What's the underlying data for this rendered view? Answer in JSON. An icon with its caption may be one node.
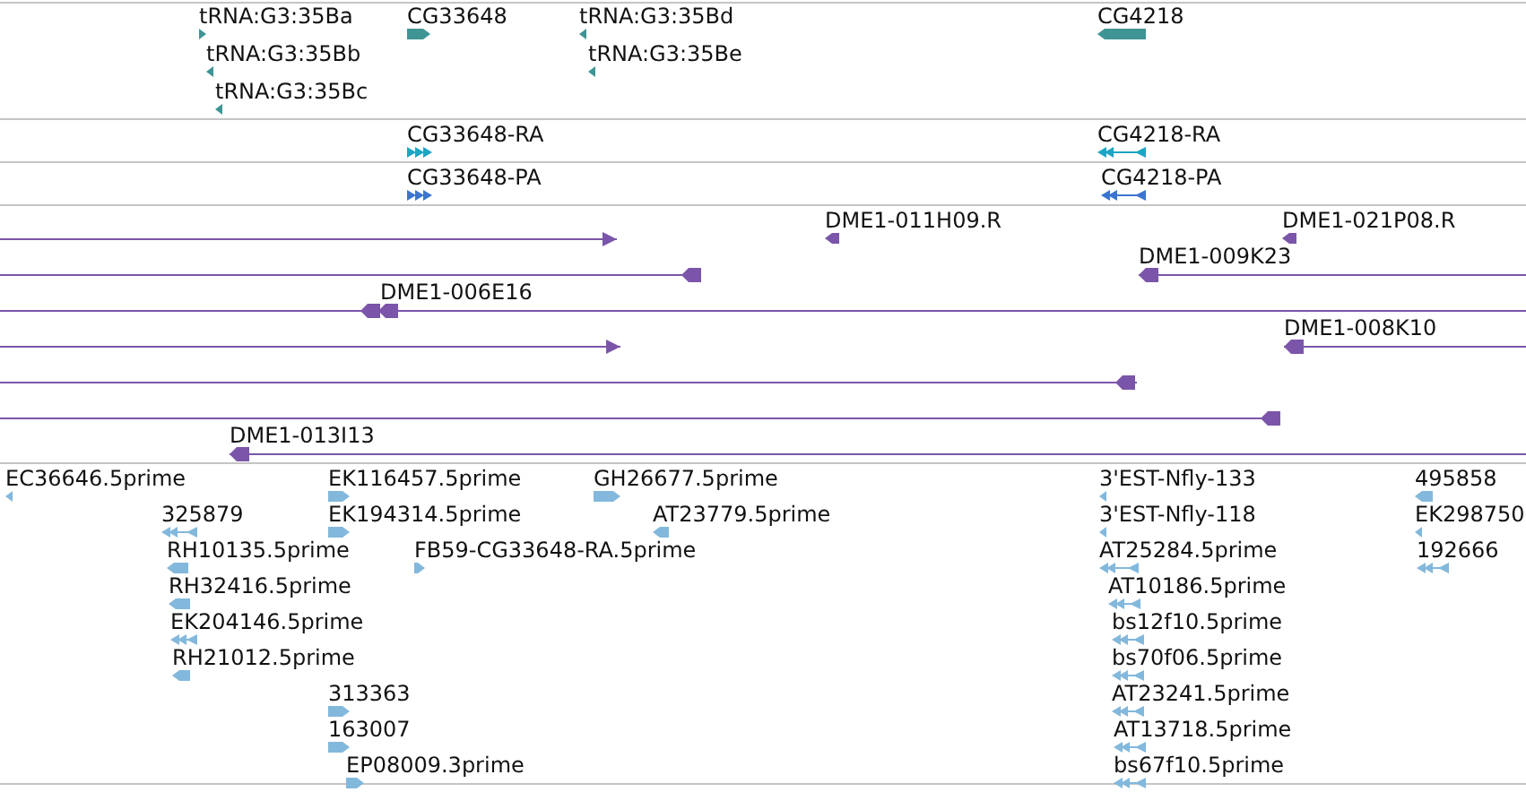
{
  "diagram": {
    "labels": [
      "tRNA:G3:35Ba",
      "CG33648",
      "tRNA:G3:35Bd",
      "CG4218",
      "tRNA:G3:35Bb",
      "tRNA:G3:35Be",
      "tRNA:G3:35Bc",
      "CG33648-RA",
      "CG4218-RA",
      "CG33648-PA",
      "CG4218-PA",
      "DME1-011H09.R",
      "DME1-021P08.R",
      "DME1-009K23",
      "DME1-006E16",
      "DME1-008K10",
      "DME1-013I13",
      "EC36646.5prime",
      "EK116457.5prime",
      "GH26677.5prime",
      "3'EST-Nfly-133",
      "495858",
      "325879",
      "EK194314.5prime",
      "AT23779.5prime",
      "3'EST-Nfly-118",
      "EK298750",
      "RH10135.5prime",
      "FB59-CG33648-RA.5prime",
      "AT25284.5prime",
      "192666",
      "RH32416.5prime",
      "AT10186.5prime",
      "EK204146.5prime",
      "bs12f10.5prime",
      "RH21012.5prime",
      "bs70f06.5prime",
      "313363",
      "AT23241.5prime",
      "163007",
      "AT13718.5prime",
      "EP08009.3prime",
      "bs67f10.5prime"
    ]
  }
}
